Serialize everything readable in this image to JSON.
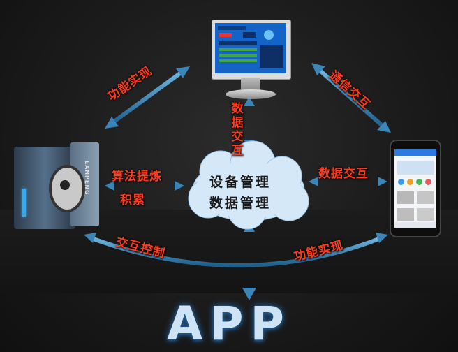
{
  "cloud": {
    "line1": "设备管理",
    "line2": "数据管理"
  },
  "labels": {
    "top_left": "功能实现",
    "top_right": "通信交互",
    "vertical_center": [
      "数",
      "据",
      "交",
      "互"
    ],
    "left_1": "算法提炼",
    "left_2": "积累",
    "right": "数据交互",
    "bottom_left": "交互控制",
    "bottom_right": "功能实现"
  },
  "device_brand": "LANPENG",
  "title": "APP",
  "colors": {
    "arrow": "#2f7fb0",
    "label": "#ff3a1a",
    "cloud": "#d4e8f8",
    "title": "#cfe3f6"
  }
}
